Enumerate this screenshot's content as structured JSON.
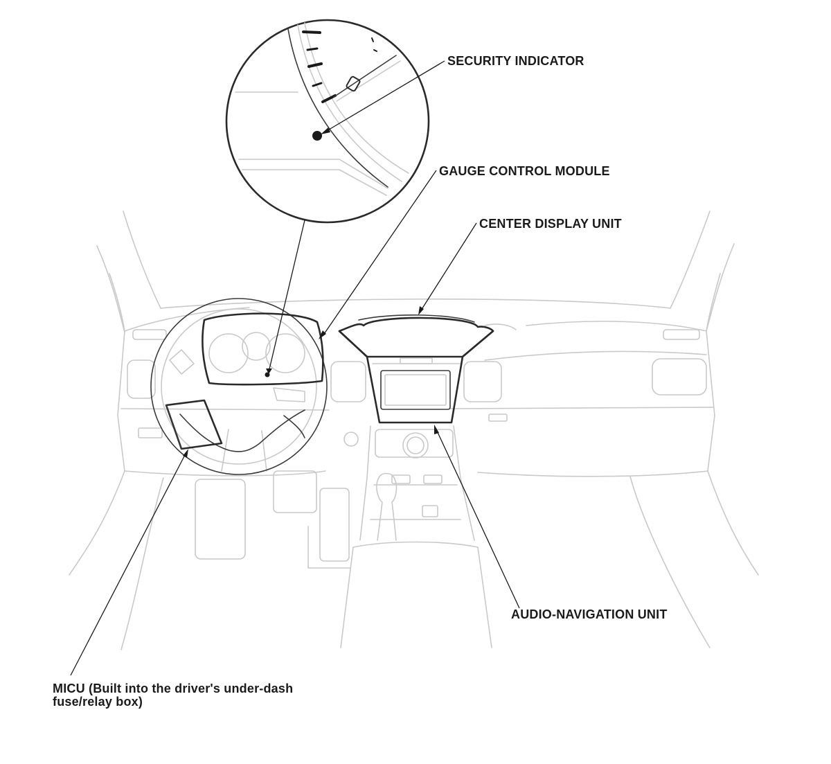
{
  "labels": {
    "security_indicator": "SECURITY INDICATOR",
    "gauge_control_module": "GAUGE CONTROL MODULE",
    "center_display_unit": "CENTER DISPLAY UNIT",
    "audio_navigation_unit": "AUDIO-NAVIGATION UNIT",
    "micu_line1": "MICU (Built into the driver's under-dash",
    "micu_line2": "fuse/relay box)"
  },
  "colors": {
    "line": "#2a2a2a",
    "faint_line": "#c9c9c9",
    "text": "#1a1a1a"
  }
}
